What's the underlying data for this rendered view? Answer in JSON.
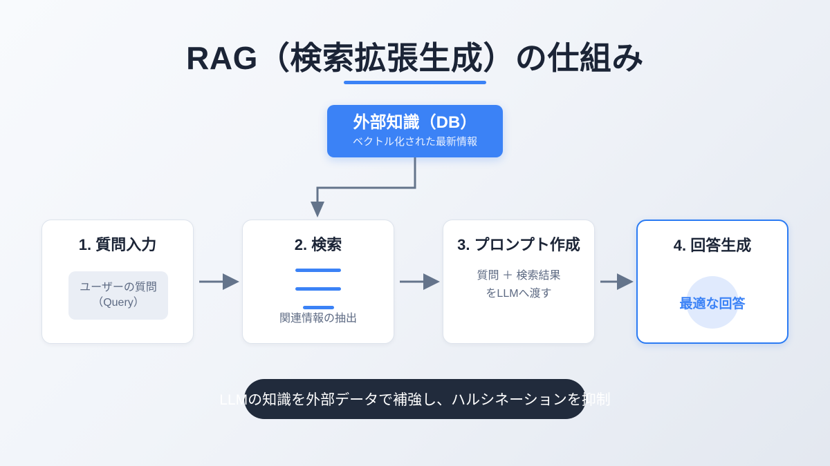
{
  "page": {
    "title": "RAG（検索拡張生成）の仕組み",
    "accent_color": "#3b82f6",
    "heading_color": "#1b2436",
    "background": "linear-gradient light blue-gray"
  },
  "knowledge_box": {
    "title": "外部知識（DB）",
    "subtitle": "ベクトル化された最新情報",
    "bg_color": "#3b82f6",
    "text_color": "#ffffff"
  },
  "steps": [
    {
      "id": "step-1",
      "title": "1. 質問入力",
      "pill_lines": [
        "ユーザーの質問",
        "（Query）"
      ],
      "pill_bg": "#eaeef5"
    },
    {
      "id": "step-2",
      "title": "2. 検索",
      "caption": "関連情報の抽出",
      "bars": [
        66,
        66,
        45
      ],
      "bar_color": "#3b82f6"
    },
    {
      "id": "step-3",
      "title": "3. プロンプト作成",
      "body_lines": [
        "質問 ＋ 検索結果",
        "をLLMへ渡す"
      ]
    },
    {
      "id": "step-4",
      "title": "4. 回答生成",
      "highlight": "最適な回答",
      "highlight_color": "#3b82f6",
      "circle_color": "#e0eafd",
      "border_color": "#2b7bf3"
    }
  ],
  "connectors": {
    "arrow_color": "#64748b",
    "flow_arrows": 3,
    "db_feed_target": "step-2"
  },
  "banner": {
    "text": "LLMの知識を外部データで補強し、ハルシネーションを抑制",
    "pill_color": "#212b3c",
    "text_color": "#ffffff"
  }
}
